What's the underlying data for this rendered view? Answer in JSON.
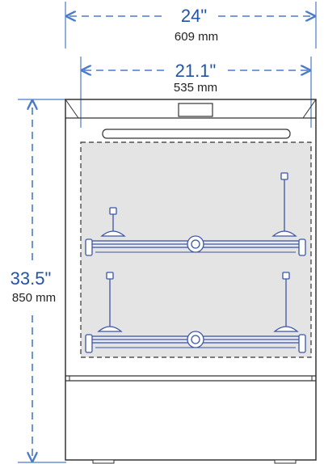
{
  "dimensions": {
    "outer_width": {
      "inches": "24\"",
      "mm": "609 mm"
    },
    "inner_width": {
      "inches": "21.1\"",
      "mm": "535 mm"
    },
    "height": {
      "inches": "33.5\"",
      "mm": "850 mm"
    }
  },
  "colors": {
    "dimension_line": "#4a7bc8",
    "dimension_text": "#2354a3",
    "mm_text": "#222222",
    "cabinet_outline": "#333333",
    "chamber_fill": "#e4e4e4",
    "rack": "#3c55a5"
  }
}
